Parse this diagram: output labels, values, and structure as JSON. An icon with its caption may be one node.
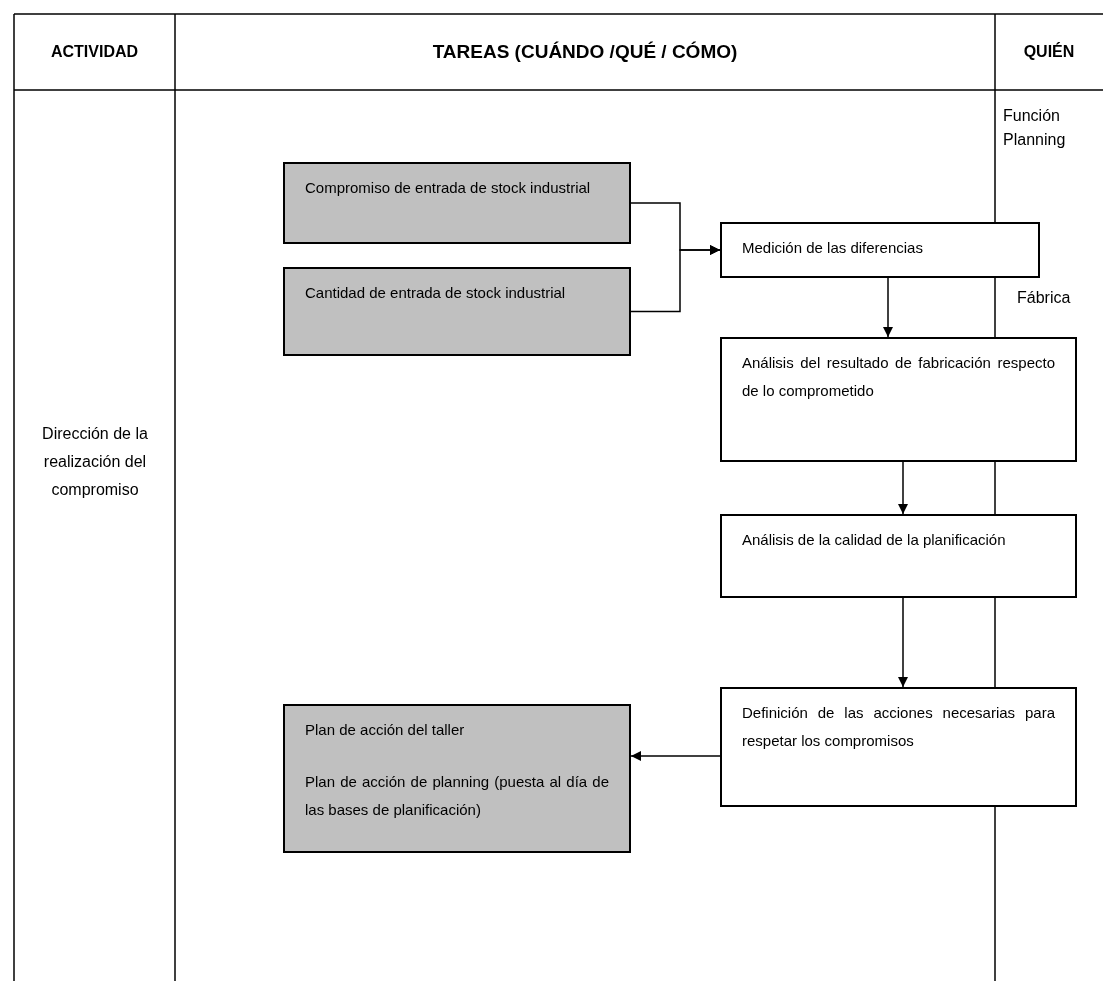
{
  "diagram": {
    "nodes": [
      {
        "text": [
          "Compromiso de entrada de stock industrial"
        ]
      },
      {
        "text": [
          "Cantidad de entrada de stock industrial"
        ]
      },
      {
        "text": [
          "Medición de las diferencias"
        ]
      },
      {
        "text": [
          "Análisis del resultado de fabricación respecto de lo comprometido"
        ]
      },
      {
        "text": [
          "Análisis de la calidad de la planificación"
        ]
      },
      {
        "text": [
          "Definición de las acciones necesarias para respetar los compromisos"
        ]
      },
      {
        "text": [
          "Plan de acción del taller",
          "Plan de acción de planning (puesta al día de las bases de planificación)"
        ]
      }
    ],
    "edges": [
      {
        "from": 0,
        "to": 2,
        "arrow": "to"
      },
      {
        "from": 1,
        "to": 2,
        "arrow": "to"
      },
      {
        "from": 2,
        "to": 3,
        "arrow": "to"
      },
      {
        "from": 3,
        "to": 4,
        "arrow": "to"
      },
      {
        "from": 4,
        "to": 5,
        "arrow": "to"
      },
      {
        "from": 5,
        "to": 6,
        "arrow": "to"
      }
    ],
    "labels": [
      "ACTIVIDAD",
      "TAREAS (CUÁNDO /QUÉ / CÓMO)",
      "QUIÉN",
      "Dirección de la realización del compromiso",
      "Función Planning",
      "Fábrica"
    ]
  }
}
